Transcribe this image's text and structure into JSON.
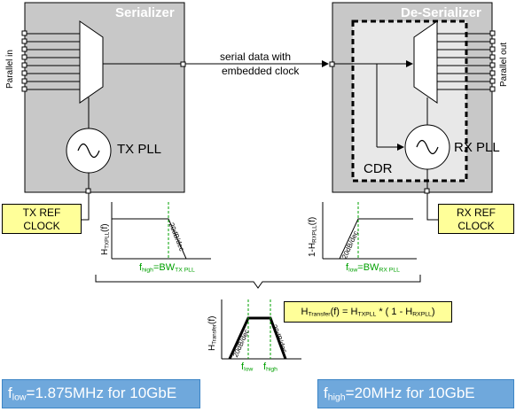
{
  "serializer": {
    "title": "Serializer",
    "input_label": "Parallel in",
    "pll_label": "TX PLL"
  },
  "deserializer": {
    "title": "De-Serializer",
    "output_label": "Parallel out",
    "pll_label": "RX PLL",
    "cdr_label": "CDR"
  },
  "link": {
    "line1": "serial data with",
    "line2": "embedded clock"
  },
  "tx_ref": {
    "line1": "TX REF",
    "line2": "CLOCK"
  },
  "rx_ref": {
    "line1": "RX REF",
    "line2": "CLOCK"
  },
  "tx_response": {
    "ylabel_main": "H",
    "ylabel_sub": "TXPLL",
    "ylabel_tail": "(f)",
    "slope": "20dB/dec",
    "marker_main": "f",
    "marker_sub": "high",
    "marker_eq": "=BW",
    "marker_bw_sub": "TX PLL"
  },
  "rx_response": {
    "ylabel_main": "1-H",
    "ylabel_sub": "RXPLL",
    "ylabel_tail": "(f)",
    "slope": "20dB/dec",
    "marker_main": "f",
    "marker_sub": "low",
    "marker_eq": "=BW",
    "marker_bw_sub": "RX PLL"
  },
  "transfer": {
    "ylabel_main": "H",
    "ylabel_sub": "Transfer",
    "ylabel_tail": "(f)",
    "slope_left": "20dB/dec",
    "slope_right": "20dB/dec",
    "marker_low_main": "f",
    "marker_low_sub": "low",
    "marker_high_main": "f",
    "marker_high_sub": "high",
    "formula": {
      "h": "H",
      "sub": "Transfer",
      "mid": "(f) = H",
      "sub2": "TXPLL",
      "mid2": " * ( 1 - H",
      "sub3": "RXPLL",
      "tail": ")"
    }
  },
  "notes": {
    "flow": {
      "main": "f",
      "sub": "low",
      "text": "=1.875MHz for 10GbE"
    },
    "fhigh": {
      "main": "f",
      "sub": "high",
      "text": "=20MHz for 10GbE"
    }
  },
  "colors": {
    "box_fill": "#c8c8c8",
    "callout_fill": "#ffff99",
    "note_fill": "#6fa8dc",
    "green": "#00a000"
  }
}
